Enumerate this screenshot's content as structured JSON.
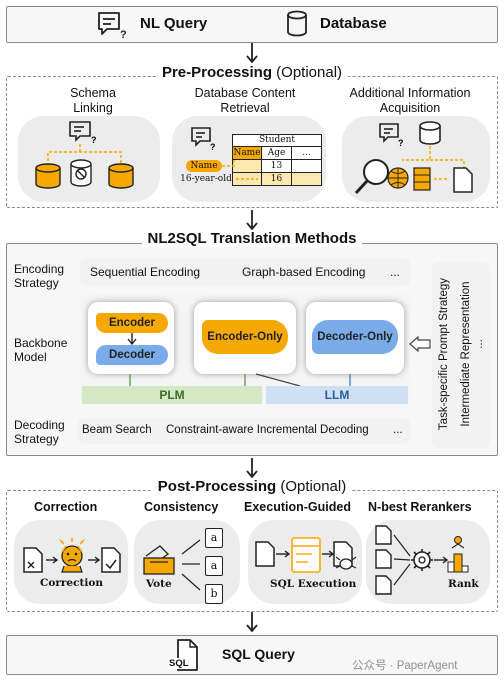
{
  "top": {
    "query": "NL Query",
    "database": "Database"
  },
  "pre": {
    "title": "Pre-Processing",
    "optional": "(Optional)",
    "schema": [
      "Schema",
      "Linking"
    ],
    "content": [
      "Database Content",
      "Retrieval"
    ],
    "additional": [
      "Additional Information",
      "Acquisition"
    ],
    "table": {
      "title": "Student",
      "headers": [
        "Name",
        "Age",
        "..."
      ],
      "cells": [
        "13",
        "16"
      ],
      "name_tag": "Name",
      "value_tag": "16-year-old"
    }
  },
  "nl2sql": {
    "title": "NL2SQL Translation Methods",
    "encoding_label": [
      "Encoding",
      "Strategy"
    ],
    "encoding_items": [
      "Sequential Encoding",
      "Graph-based Encoding",
      "..."
    ],
    "backbone_label": [
      "Backbone",
      "Model"
    ],
    "encoder": "Encoder",
    "decoder": "Decoder",
    "encoder_only": "Encoder-Only",
    "decoder_only": "Decoder-Only",
    "plm": "PLM",
    "llm": "LLM",
    "decoding_label": [
      "Decoding",
      "Strategy"
    ],
    "decoding_items": [
      "Beam Search",
      "Constraint-aware Incremental Decoding",
      "..."
    ],
    "side": [
      "Task-specific Prompt Strategy",
      "Intermediate Representation",
      "..."
    ]
  },
  "post": {
    "title": "Post-Processing",
    "optional": "(Optional)",
    "headers": [
      "Correction",
      "Consistency",
      "Execution-Guided",
      "N-best Rerankers"
    ],
    "captions": [
      "Correction",
      "Vote",
      "SQL Execution",
      "Rank"
    ],
    "letters": [
      "a",
      "a",
      "b"
    ]
  },
  "bottom": {
    "sql_tag": "SQL",
    "label": "SQL Query",
    "watermark": "公众号 · PaperAgent"
  },
  "colors": {
    "orange": "#f5a800",
    "blue": "#78abe8",
    "plm_green": "#d5e8c6",
    "llm_blue": "#cfe0f4",
    "gray_border": "#8a8a8a"
  }
}
